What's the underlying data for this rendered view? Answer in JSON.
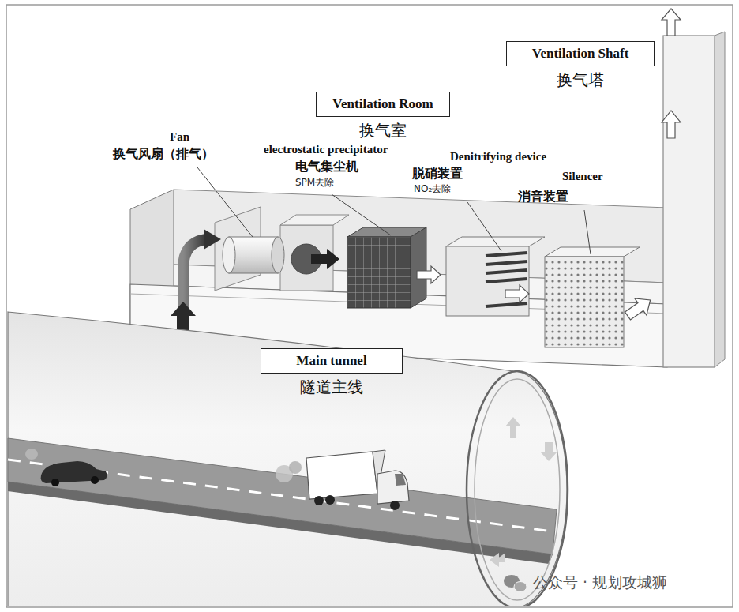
{
  "diagram": {
    "nodes": [
      {
        "text": [
          "Ventilation Shaft",
          "换气塔"
        ]
      },
      {
        "text": [
          "Ventilation Room",
          "换气室"
        ]
      },
      {
        "text": [
          "Main tunnel",
          "隧道主线"
        ]
      }
    ],
    "labels": [
      "Fan",
      "换气风扇（排气）",
      "electrostatic precipitator",
      "电气集尘机",
      "SPM去除",
      "Denitrifying device",
      "脱硝装置",
      "NO₂去除",
      "Silencer",
      "消音装置",
      "公众号 · 规划攻城狮"
    ]
  }
}
